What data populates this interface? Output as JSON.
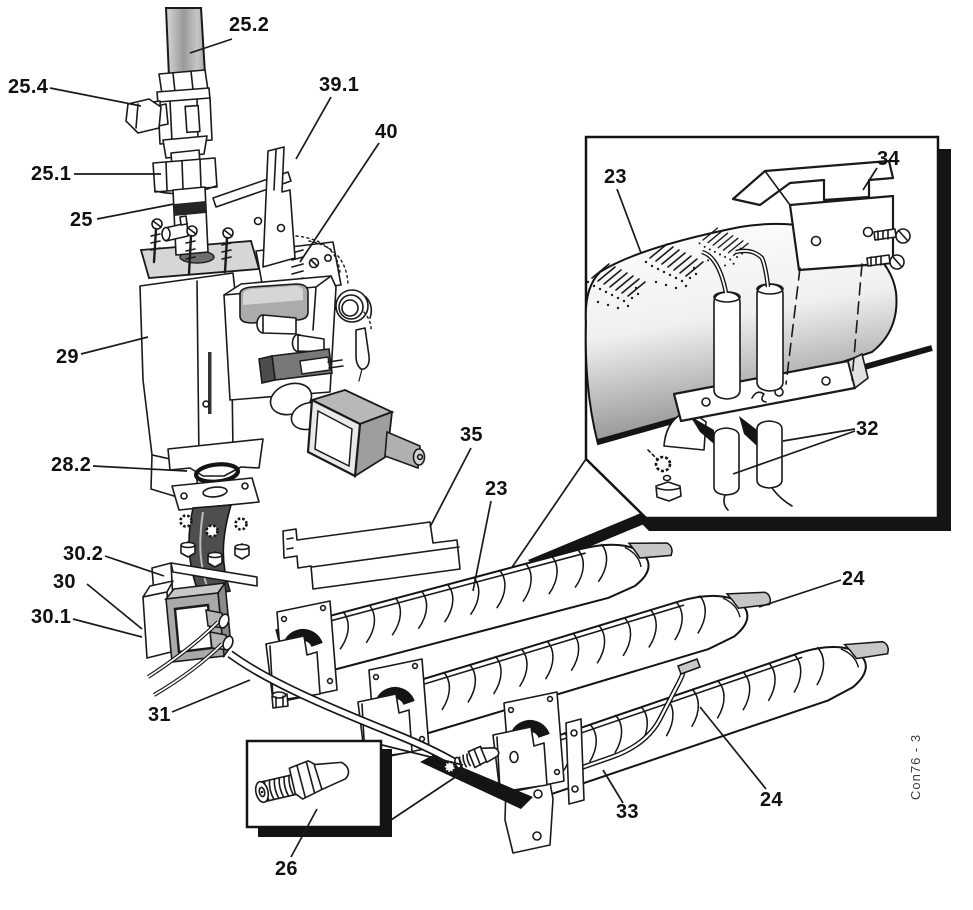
{
  "diagram": {
    "description": "Exploded parts diagram of a gas burner and gas valve assembly",
    "drawing_code": "Con76 - 3",
    "callouts": [
      {
        "label": "25.2"
      },
      {
        "label": "25.4"
      },
      {
        "label": "25.1"
      },
      {
        "label": "25"
      },
      {
        "label": "39.1"
      },
      {
        "label": "40"
      },
      {
        "label": "29"
      },
      {
        "label": "28.2"
      },
      {
        "label": "30.2"
      },
      {
        "label": "30"
      },
      {
        "label": "30.1"
      },
      {
        "label": "31"
      },
      {
        "label": "35"
      },
      {
        "label": "23"
      },
      {
        "label": "24"
      },
      {
        "label": "24"
      },
      {
        "label": "33"
      },
      {
        "label": "26"
      },
      {
        "label": "23"
      },
      {
        "label": "34"
      },
      {
        "label": "32"
      }
    ]
  }
}
